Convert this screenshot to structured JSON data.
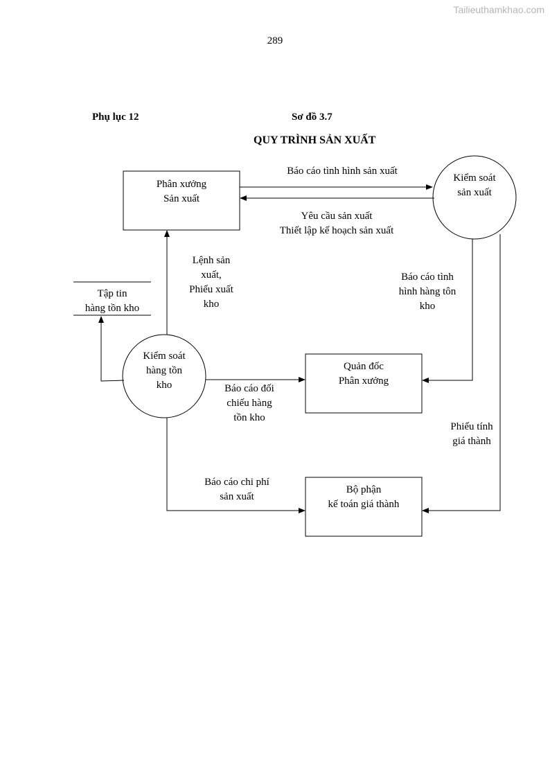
{
  "header": {
    "watermark": "Tailieuthamkhao.com",
    "page_number": "289",
    "appendix": "Phụ lục 12",
    "diagram_number": "Sơ đồ 3.7",
    "title": "QUY TRÌNH SẢN XUẤT"
  },
  "nodes": {
    "workshop": [
      "Phân xưởng",
      "Sản xuất"
    ],
    "production_control": [
      "Kiểm soát",
      "sản xuất"
    ],
    "inventory_file": [
      "Tập tin",
      "hàng tồn kho"
    ],
    "inventory_control": [
      "Kiểm soát",
      "hàng tồn",
      "kho"
    ],
    "foreman": [
      "Quản đốc",
      "Phân xưởng"
    ],
    "cost_accounting": [
      "Bộ phận",
      "kế toán giá thành"
    ]
  },
  "flows": {
    "production_status_report": [
      "Báo cáo tình hình sản xuất"
    ],
    "production_request": [
      "Yêu cầu sản xuất",
      "Thiết lập kế hoạch sản xuất"
    ],
    "production_order": [
      "Lệnh  sản",
      "xuất,",
      "Phiếu xuất",
      "kho"
    ],
    "inventory_status_report": [
      "Báo cáo tình",
      "hình hàng tôn",
      "kho"
    ],
    "reconciliation_report": [
      "Báo cáo đối",
      "chiếu hàng",
      "tồn kho"
    ],
    "cost_sheet": [
      "Phiếu tính",
      "giá thành"
    ],
    "production_cost_report": [
      "Báo cáo chi phí",
      "sản xuất"
    ]
  }
}
